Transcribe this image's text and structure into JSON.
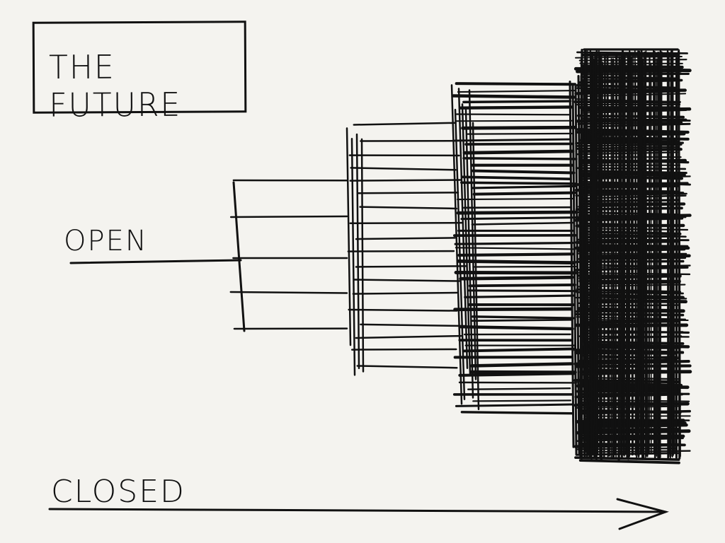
{
  "title": "THE FUTURE",
  "labels": {
    "open": "OPEN",
    "closed": "CLOSED"
  },
  "colors": {
    "background": "#f4f3ef",
    "ink": "#111111"
  }
}
